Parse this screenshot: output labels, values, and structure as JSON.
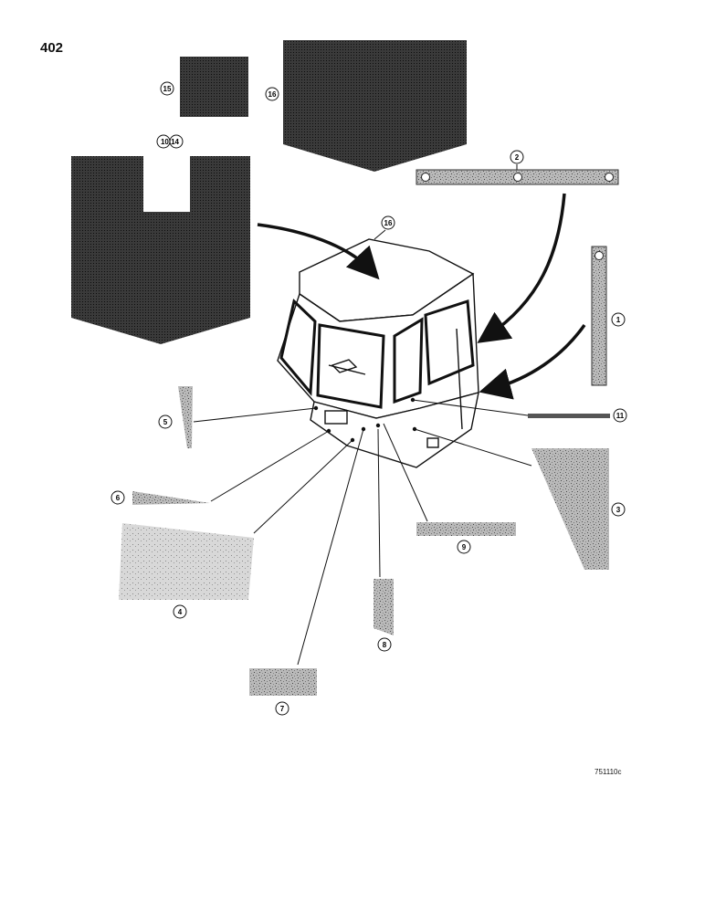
{
  "page_number": "402",
  "figure_code": "751110c",
  "colors": {
    "dark_panel": "#2a2a2a",
    "light_panel": "#a9a9a9",
    "line": "#111111",
    "background": "#ffffff"
  },
  "callouts": {
    "c1": "1",
    "c2": "2",
    "c3": "3",
    "c4": "4",
    "c5": "5",
    "c6": "6",
    "c7": "7",
    "c8": "8",
    "c9": "9",
    "c10_14": "10 14",
    "c11": "11",
    "c15": "15",
    "c16_top": "16",
    "c16_cab": "16"
  }
}
